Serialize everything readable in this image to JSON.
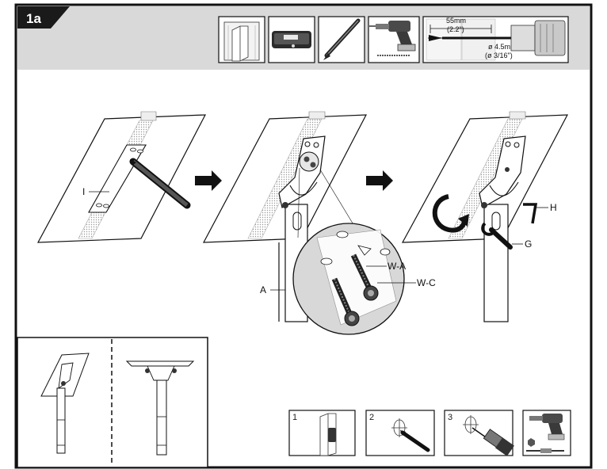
{
  "step_badge": "1a",
  "drill_spec": {
    "depth": "55mm",
    "depth_in": "(2.2\")",
    "diameter": "ø 4.5mm",
    "diameter_in": "(ø 3/16\")"
  },
  "part_labels": {
    "I": "I",
    "A": "A",
    "H": "H",
    "G": "G",
    "WA": "W-A",
    "WC": "W-C"
  },
  "sub_steps": [
    "1",
    "2",
    "3"
  ],
  "colors": {
    "frame": "#111111",
    "header_bg": "#d9d9d9",
    "badge_bg": "#1a1a1a"
  }
}
